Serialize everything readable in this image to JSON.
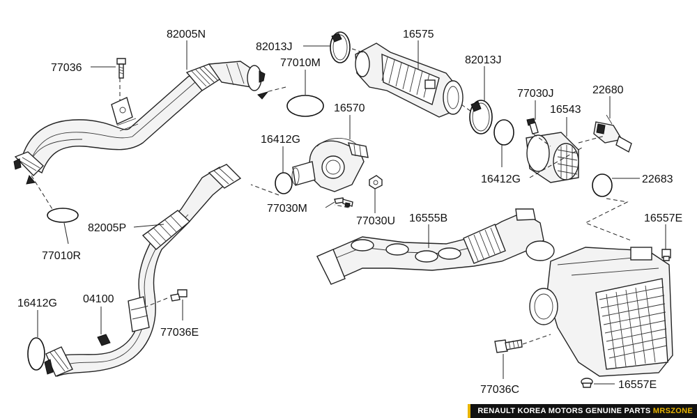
{
  "labels": {
    "p82005N": "82005N",
    "p77036_top": "77036",
    "p82013J_left": "82013J",
    "p16575": "16575",
    "p77010M": "77010M",
    "p82013J_right": "82013J",
    "p77030J": "77030J",
    "p22680": "22680",
    "p16570": "16570",
    "p16543": "16543",
    "p16412G_mid": "16412G",
    "p16412G_right": "16412G",
    "p22683": "22683",
    "p77030M": "77030M",
    "p77030U": "77030U",
    "p16555B": "16555B",
    "p82005P": "82005P",
    "p77010R": "77010R",
    "p16557E_top": "16557E",
    "p16412G_left": "16412G",
    "p04100": "04100",
    "p77036E": "77036E",
    "p77036C": "77036C",
    "p16557E_bottom": "16557E"
  },
  "watermark": {
    "main": "RENAULT KOREA MOTORS GENUINE PARTS",
    "brand": "MRSZONE"
  }
}
